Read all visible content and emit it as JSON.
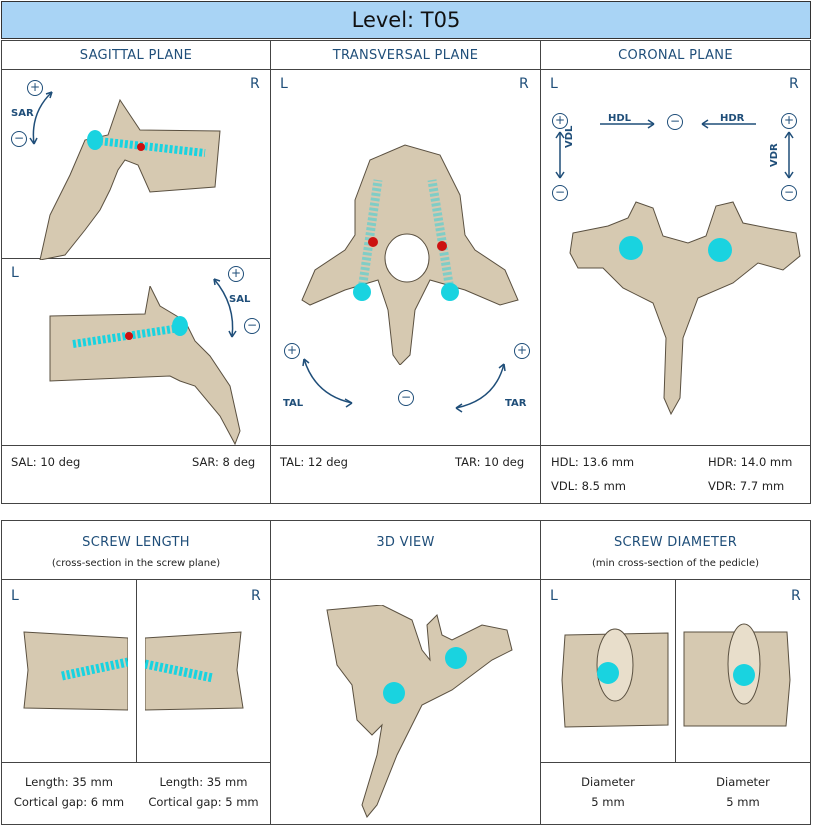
{
  "title": "Level: T05",
  "sagittal": {
    "header": "SAGITTAL PLANE",
    "top_r": "R",
    "bottom_l": "L",
    "sar_ctrl": "SAR",
    "sal_ctrl": "SAL",
    "sal_value": "SAL: 10 deg",
    "sar_value": "SAR: 8 deg"
  },
  "transversal": {
    "header": "TRANSVERSAL PLANE",
    "left": "L",
    "right": "R",
    "tal_ctrl": "TAL",
    "tar_ctrl": "TAR",
    "tal_value": "TAL: 12 deg",
    "tar_value": "TAR: 10 deg"
  },
  "coronal": {
    "header": "CORONAL PLANE",
    "left": "L",
    "right": "R",
    "hdl_ctrl": "HDL",
    "hdr_ctrl": "HDR",
    "vdl_ctrl": "VDL",
    "vdr_ctrl": "VDR",
    "hdl_value": "HDL: 13.6 mm",
    "hdr_value": "HDR: 14.0 mm",
    "vdl_value": "VDL: 8.5 mm",
    "vdr_value": "VDR: 7.7 mm"
  },
  "screw_length": {
    "header": "SCREW LENGTH",
    "subheader": "(cross-section in the screw plane)",
    "left": "L",
    "right": "R",
    "left_length": "Length: 35 mm",
    "left_gap": "Cortical gap: 6 mm",
    "right_length": "Length: 35 mm",
    "right_gap": "Cortical gap: 5 mm"
  },
  "view3d": {
    "header": "3D VIEW"
  },
  "screw_diameter": {
    "header": "SCREW DIAMETER",
    "subheader": "(min cross-section of the pedicle)",
    "left": "L",
    "right": "R",
    "left_label": "Diameter",
    "left_value": "5 mm",
    "right_label": "Diameter",
    "right_value": "5 mm"
  },
  "controls": {
    "plus": "+",
    "minus": "−"
  },
  "colors": {
    "title_bg": "#a9d4f5",
    "accent": "#1f4e79",
    "bone": "#d6c9b1",
    "screw": "#19d3e0",
    "marker": "#cc1111"
  }
}
